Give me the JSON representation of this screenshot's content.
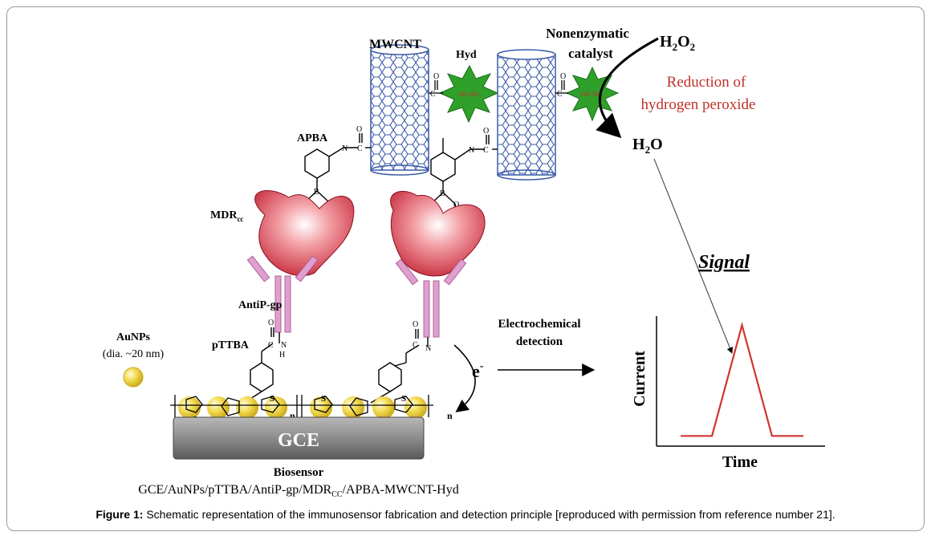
{
  "figure": {
    "caption_label": "Figure 1:",
    "caption_text": "Schematic representation of the immunosensor fabrication and detection principle [reproduced with permission from reference number 21]."
  },
  "labels": {
    "mwcnt": "MWCNT",
    "hyd": "Hyd",
    "catalyst_line1": "Nonenzymatic",
    "catalyst_line2": "catalyst",
    "h2o2_base": "H",
    "h2o2_sub1": "2",
    "h2o2_o": "O",
    "h2o2_sub2": "2",
    "h2o_base": "H",
    "h2o_sub": "2",
    "h2o_o": "O",
    "reduction_line1": "Reduction of",
    "reduction_line2": "hydrogen peroxide",
    "apba": "APBA",
    "mdr_base": "MDR",
    "mdr_sub": "cc",
    "antip": "AntiP-gp",
    "aunps": "AuNPs",
    "aunps_size": "(dia. ~20 nm)",
    "pttba": "pTTBA",
    "electrochem_line1": "Electrochemical",
    "electrochem_line2": "detection",
    "electron_base": "e",
    "electron_sup": "-",
    "signal": "Signal",
    "current": "Current",
    "time": "Time",
    "gce": "GCE",
    "biosensor": "Biosensor",
    "formula_part1": "GCE/AuNPs/pTTBA/AntiP-gp/MDR",
    "formula_sub": "CC",
    "formula_part2": "/APBA-MWCNT-Hyd",
    "poly_n": "n",
    "atom_s": "S",
    "atom_o": "O",
    "atom_b": "B",
    "atom_c": "C",
    "atom_h": "H",
    "atom_n": "N",
    "hyd_group": "NH-NH₂"
  },
  "colors": {
    "red_text": "#c0312b",
    "cnt_blue": "#3a5aa8",
    "hyd_green": "#2fa02a",
    "antibody_pink": "#e0a0cf",
    "gold": "#f2d23a",
    "gce_gray": "#8a8a8a",
    "signal_red": "#d0352e"
  },
  "chart_data": {
    "type": "line",
    "title": "Signal",
    "xlabel": "Time",
    "ylabel": "Current",
    "series": [
      {
        "values": [
          0.08,
          0.08,
          0.95,
          0.08,
          0.08
        ]
      }
    ],
    "x": [
      0.0,
      0.23,
      0.45,
      0.67,
      0.9
    ],
    "grid": false
  }
}
